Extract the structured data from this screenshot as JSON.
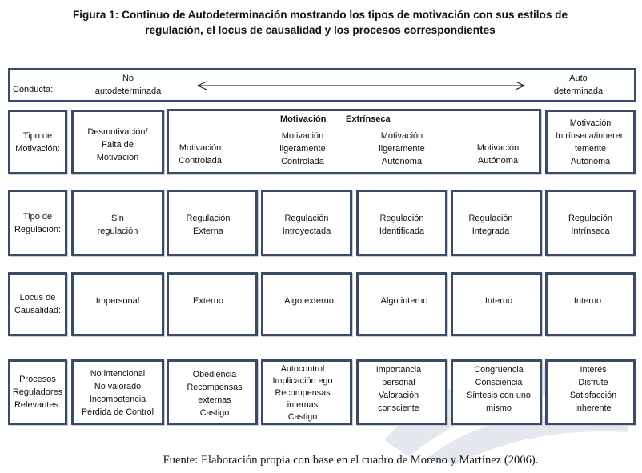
{
  "title": "Figura 1: Continuo de Autodeterminación mostrando los tipos de motivación con sus estilos de\nregulación, el locus de causalidad y los procesos correspondientes",
  "conducta": {
    "label": "Conducta:",
    "left": "No\nautodeterminada",
    "right": "Auto\ndeterminada"
  },
  "tipo_motivacion": {
    "label": "Tipo de\nMotivación:",
    "amotivation": "Desmotivación/\nFalta de\nMotivación",
    "extrinsic_header_1": "Motivación",
    "extrinsic_header_2": "Extrínseca",
    "extrinsic_items": [
      "Motivación\nControlada",
      "Motivación\nligeramente\nControlada",
      "Motivación\nligeramente\nAutónoma",
      "Motivación\nAutónoma"
    ],
    "intrinsic": "Motivación\nIntrínseca/inheren\ntemente\nAutónoma"
  },
  "tipo_regulacion": {
    "label": "Tipo de\nRegulación:",
    "cells": [
      "Sin\nregulación",
      "Regulación\nExterna",
      "Regulación\nIntroyectada",
      "Regulación\nIdentificada",
      "Regulación\nIntegrada",
      "Regulación\nIntrínseca"
    ]
  },
  "locus": {
    "label": "Locus de\nCausalidad:",
    "cells": [
      "Impersonal",
      "Externo",
      "Algo externo",
      "Algo interno",
      "Interno",
      "Interno"
    ]
  },
  "procesos": {
    "label": "Procesos\nReguladores\nRelevantes:",
    "cells": [
      "No intencional\nNo valorado\nIncompetencia\nPérdida de Control",
      "Obediencia\nRecompensas\nexternas\nCastigo",
      "Autocontrol\nImplicación ego\nRecompensas\ninternas\nCastigo",
      "Importancia\npersonal\nValoración\nconsciente",
      "Congruencia\nConsciencia\nSíntesis con uno\nmismo",
      "Interés\nDisfrute\nSatisfacción\ninherente"
    ]
  },
  "caption": "Fuente: Elaboración propia con base en el cuadro de Moreno y Martínez (2006).",
  "colors": {
    "border": "#3b4b66"
  }
}
